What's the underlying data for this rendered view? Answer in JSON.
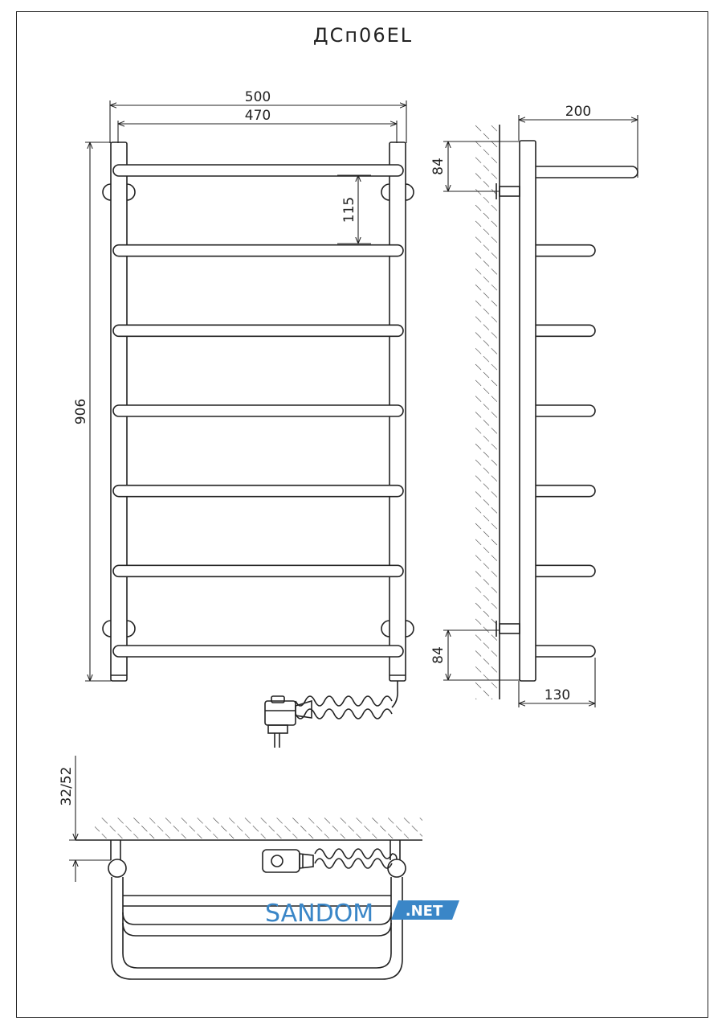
{
  "title": "ДСп06EL",
  "front_view": {
    "dim_width_outer": "500",
    "dim_width_inner": "470",
    "dim_height": "906",
    "dim_bar_spacing": "115",
    "bar_count": 7
  },
  "side_view": {
    "dim_depth_top": "200",
    "dim_depth_bottom": "130",
    "dim_mount_top": "84",
    "dim_mount_bottom": "84"
  },
  "top_view": {
    "dim_wall_gap": "32/52"
  },
  "watermark": {
    "brand": "SANDOM",
    "suffix": ".NET",
    "color": "#3a86c7"
  }
}
